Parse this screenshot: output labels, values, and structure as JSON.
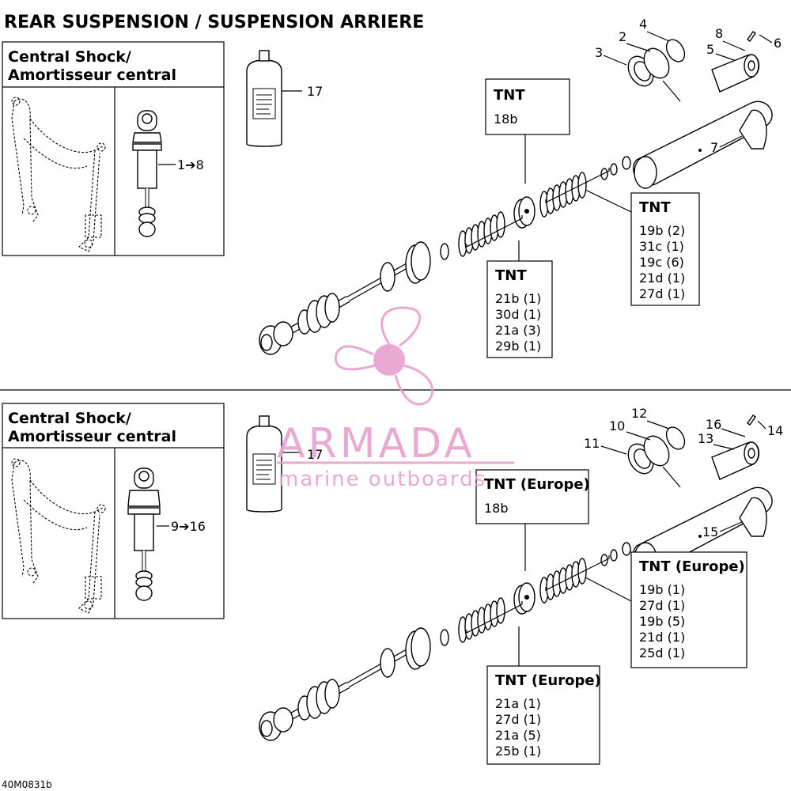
{
  "title": "REAR SUSPENSION / SUSPENSION ARRIERE",
  "footer_code": "40M0831b",
  "watermark": {
    "brand": "ARMADA",
    "tagline": "marine outboards",
    "color": "#e8a0cf"
  },
  "top_section": {
    "inset_title_line1": "Central Shock/",
    "inset_title_line2": "Amortisseur central",
    "inset_range": "1➔8",
    "can_callout": "17",
    "callouts": [
      "2",
      "3",
      "4",
      "5",
      "6",
      "7",
      "8"
    ],
    "box_piston": {
      "title": "TNT",
      "lines": [
        "18b"
      ]
    },
    "box_upper": {
      "title": "TNT",
      "lines": [
        "19b (2)",
        "31c (1)",
        "19c (6)",
        "21d (1)",
        "27d (1)"
      ]
    },
    "box_lower": {
      "title": "TNT",
      "lines": [
        "21b (1)",
        "30d (1)",
        "21a (3)",
        "29b (1)"
      ]
    }
  },
  "bottom_section": {
    "inset_title_line1": "Central Shock/",
    "inset_title_line2": "Amortisseur central",
    "inset_range": "9➔16",
    "can_callout": "17",
    "callouts": [
      "10",
      "11",
      "12",
      "13",
      "14",
      "15",
      "16"
    ],
    "box_piston": {
      "title": "TNT (Europe)",
      "lines": [
        "18b"
      ]
    },
    "box_upper": {
      "title": "TNT (Europe)",
      "lines": [
        "19b (1)",
        "27d (1)",
        "19b (5)",
        "21d (1)",
        "25d (1)"
      ]
    },
    "box_lower": {
      "title": "TNT (Europe)",
      "lines": [
        "21a (1)",
        "27d (1)",
        "21a (5)",
        "25b (1)"
      ]
    }
  }
}
